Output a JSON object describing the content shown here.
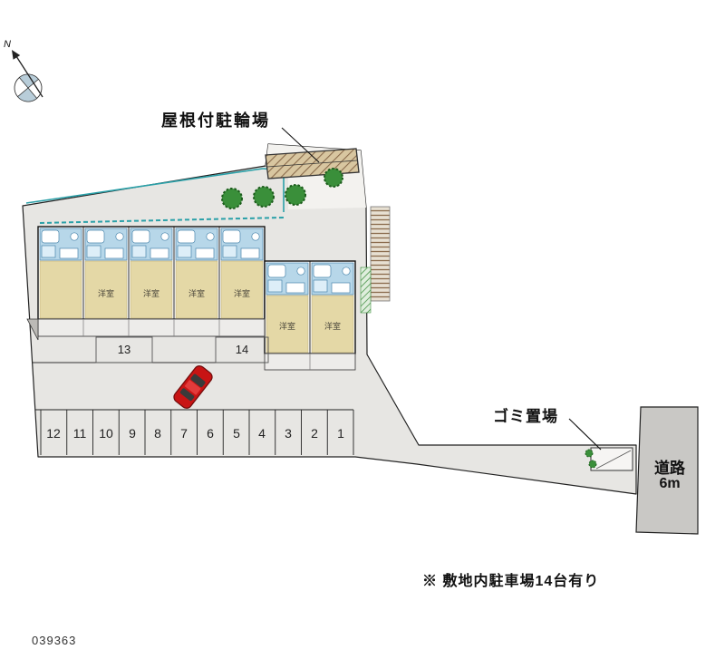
{
  "plan": {
    "north_label": "N",
    "bike_parking_label": "屋根付駐輪場",
    "garbage_label": "ゴミ置場",
    "road_label": "道路",
    "road_width_label": "6m",
    "note": "※ 敷地内駐車場14台有り",
    "drawing_number": "039363"
  },
  "building": {
    "room_label": "洋室"
  },
  "parking": {
    "row_numbers": [
      "12",
      "11",
      "10",
      "9",
      "8",
      "7",
      "6",
      "5",
      "4",
      "3",
      "2",
      "1"
    ],
    "front_numbers": [
      "13",
      "14"
    ]
  },
  "colors": {
    "ground": "#e7e6e3",
    "bike_zone": "#f3f2ef",
    "road": "#c9c8c5",
    "bathroom_blue": "#b7d7e9",
    "room_floor": "#e4d8a6",
    "tree_green": "#3a8f3a",
    "hatch_brown": "#8a6b4c",
    "car_red": "#c81414",
    "pipe_teal": "#2aa0a8"
  }
}
